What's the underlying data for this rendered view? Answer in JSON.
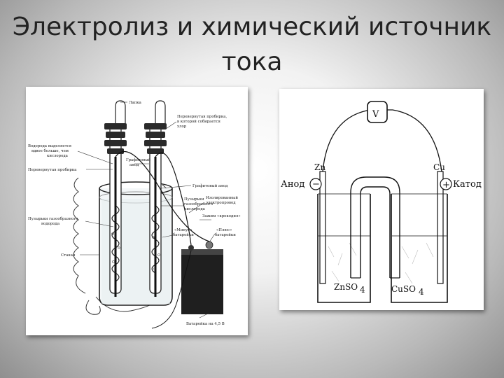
{
  "title": {
    "line1": "Электролиз и химический источник",
    "line2": "тока"
  },
  "left_diagram": {
    "labels": {
      "lapka": "Лапка",
      "tube_cl_1": "Перевернутая пробирка,",
      "tube_cl_2": "в которой собирается",
      "tube_cl_3": "хлор",
      "hydrogen_1": "Водорода выделяется",
      "hydrogen_2": "вдвое больше, чем",
      "hydrogen_3": "кислорода",
      "graphite_1": "Графитовый",
      "graphite_2": "анод",
      "tube_left": "Перевернутая пробирка",
      "graphite_anode": "Графитовый анод",
      "bubbles_o2_1": "Пузырьки",
      "bubbles_o2_2": "газообразного",
      "bubbles_o2_3": "кислорода",
      "wire_1": "Изолированный",
      "wire_2": "электропровод",
      "clip": "Зажим «крокодил»",
      "bubbles_h2_1": "Пузырьки газообразного",
      "bubbles_h2_2": "водорода",
      "minus_1": "«Минус»",
      "minus_2": "батарейки",
      "plus_1": "«Плюс»",
      "plus_2": "батарейки",
      "glass": "Стакан",
      "battery": "Батарейка на 4,5 В"
    }
  },
  "right_diagram": {
    "voltmeter": "V",
    "anode_label": "Анод",
    "anode_sign": "−",
    "cathode_label": "Катод",
    "cathode_sign": "+",
    "left_metal": "Zn",
    "right_metal": "Cu",
    "left_solution": "ZnSO",
    "right_solution": "CuSO",
    "subscript": "4"
  }
}
